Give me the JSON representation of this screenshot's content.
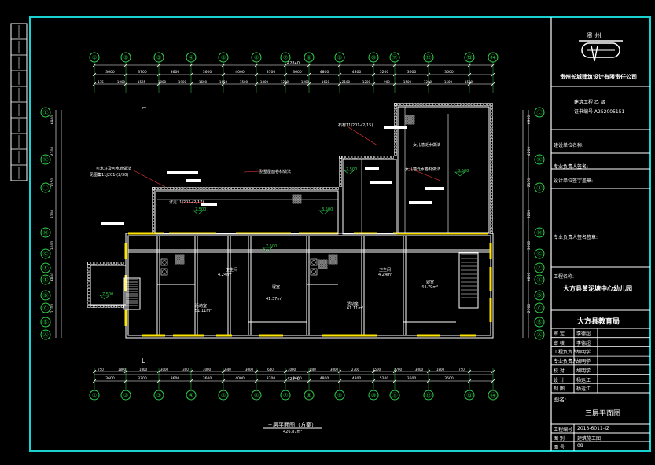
{
  "frame": {
    "border_color": "#19d3d3",
    "line_color": "#ffffff",
    "wall_color": "#ffffff",
    "window_color": "#ffe400",
    "accent_color": "#ff3a3a",
    "grid_color": "#2fd14a"
  },
  "axes_top": [
    "①",
    "②",
    "③",
    "④",
    "⑤",
    "⑥",
    "⑦",
    "⑧",
    "⑨",
    "⑩",
    "⑪",
    "⑫",
    "⑬",
    "⑭"
  ],
  "axes_bottom": [
    "①",
    "②",
    "③",
    "④",
    "⑤",
    "⑥",
    "⑦",
    "⑧",
    "⑨",
    "⑩",
    "⑪",
    "⑫",
    "⑬",
    "⑭"
  ],
  "axes_left": [
    "Ⓛ",
    "Ⓚ",
    "Ⓙ",
    "Ⓗ",
    "Ⓖ",
    "Ⓕ",
    "Ⓔ",
    "Ⓓ",
    "Ⓒ",
    "Ⓑ",
    "Ⓐ"
  ],
  "axes_right": [
    "Ⓛ",
    "Ⓚ",
    "Ⓙ",
    "Ⓗ",
    "Ⓖ",
    "Ⓕ",
    "Ⓔ",
    "Ⓓ",
    "Ⓒ",
    "Ⓑ",
    "Ⓐ"
  ],
  "dims": {
    "top_total": "42840",
    "top_row": [
      "3600",
      "3700",
      "3600",
      "3600",
      "4000",
      "3700",
      "3600",
      "4800",
      "4800",
      "5200",
      "3600",
      "3600"
    ],
    "top_fine": [
      "175",
      "1900",
      "1525",
      "1000",
      "1900",
      "1600",
      "1650",
      "1500",
      "1800",
      "1200",
      "1200",
      "1650",
      "2100",
      "1200",
      "900",
      "1500",
      "1200",
      "1500",
      "1500"
    ],
    "bottom_total": "42840",
    "bottom_row": [
      "3600",
      "3700",
      "3600",
      "3600",
      "4000",
      "3700",
      "3600",
      "4800",
      "4800",
      "5200",
      "3600",
      "3600"
    ],
    "bottom_fine": [
      "750",
      "1800",
      "1800",
      "3000",
      "300",
      "3000",
      "640",
      "3000",
      "640",
      "3000",
      "840",
      "3000",
      "2700",
      "1500",
      "2700",
      "3000",
      "1800",
      "750"
    ],
    "left": [
      "6900",
      "4200",
      "2150",
      "3200",
      "3000",
      "6800",
      "2700"
    ],
    "right": [
      "6900",
      "4200",
      "2150",
      "3200",
      "3000",
      "6800",
      "2700"
    ]
  },
  "notes": [
    "可水斗及可水管做法",
    "见图集11J201-(2/30)",
    "别墅屋面卷材做法",
    "详见11J201-(2/17)",
    "女儿墙泛水做法",
    "女儿墙泛水卷材做法",
    "石材11J201-(2/15)"
  ],
  "levels": [
    "7.500",
    "7.500",
    "3.500",
    "7.500",
    "7.500",
    "8.500"
  ],
  "rooms": [
    {
      "name": "卫生间",
      "area": "4.24m²"
    },
    {
      "name": "寝室",
      "area": "41.37m²"
    },
    {
      "name": "卫生间",
      "area": "4.24m²"
    },
    {
      "name": "寝室",
      "area": "44.79m²"
    },
    {
      "name": "活动室",
      "area": "51.11m²"
    },
    {
      "name": "活动室",
      "area": "61.11m²"
    }
  ],
  "plan_title": "三层平面图（方案）",
  "plan_scale": "426.87m²",
  "title_block": {
    "city": "贵 州",
    "company": "贵州长城建筑设计有限责任公司",
    "license1": "建筑工程 乙 级",
    "license2": "证书编号 A252005151",
    "row_a": "建设单位名称:",
    "row_b": "专业负责人签名:",
    "row_c": "设计单位签字盖章:",
    "row_d": "专业负责人签名签章:",
    "project_label": "工程名称:",
    "project": "大方县黄泥塘中心幼儿园",
    "client": "大方县教育局",
    "roles": [
      {
        "role": "审 定",
        "name": "李德超"
      },
      {
        "role": "审 核",
        "name": "李德超"
      },
      {
        "role": "工程负责人",
        "name": "胡明学"
      },
      {
        "role": "专业负责人",
        "name": "胡明学"
      },
      {
        "role": "校 对",
        "name": "胡明学"
      },
      {
        "role": "设 计",
        "name": "杨运江"
      },
      {
        "role": "制 图",
        "name": "杨运江"
      }
    ],
    "drawing_label": "图名:",
    "drawing_name": "三层平面图",
    "number_label": "工程编号",
    "number": "2013-6011-JZ",
    "type_label": "图 别",
    "type": "建筑施工图",
    "sheet_label": "图 号",
    "sheet": "08"
  }
}
